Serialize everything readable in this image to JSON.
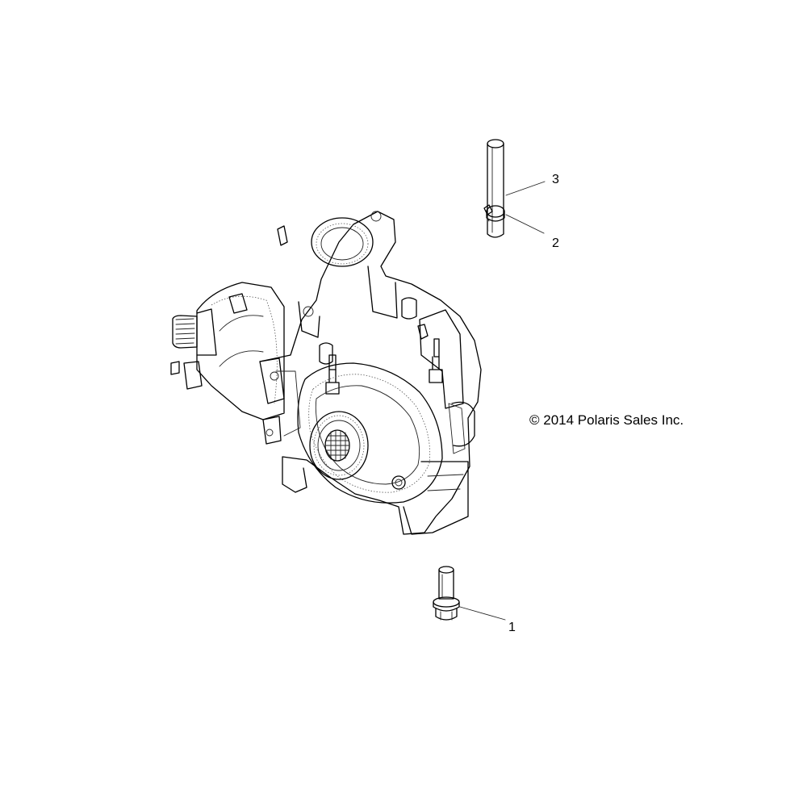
{
  "diagram": {
    "copyright": "© 2014 Polaris Sales Inc.",
    "parts": [
      {
        "number": "1",
        "icon": "flange-bolt-icon"
      },
      {
        "number": "2",
        "icon": "hose-clamp-icon"
      },
      {
        "number": "3",
        "icon": "vent-tube-icon"
      }
    ],
    "assembly_icon": "gearcase-housing-icon",
    "line_color": "#000000",
    "background_color": "#ffffff"
  }
}
